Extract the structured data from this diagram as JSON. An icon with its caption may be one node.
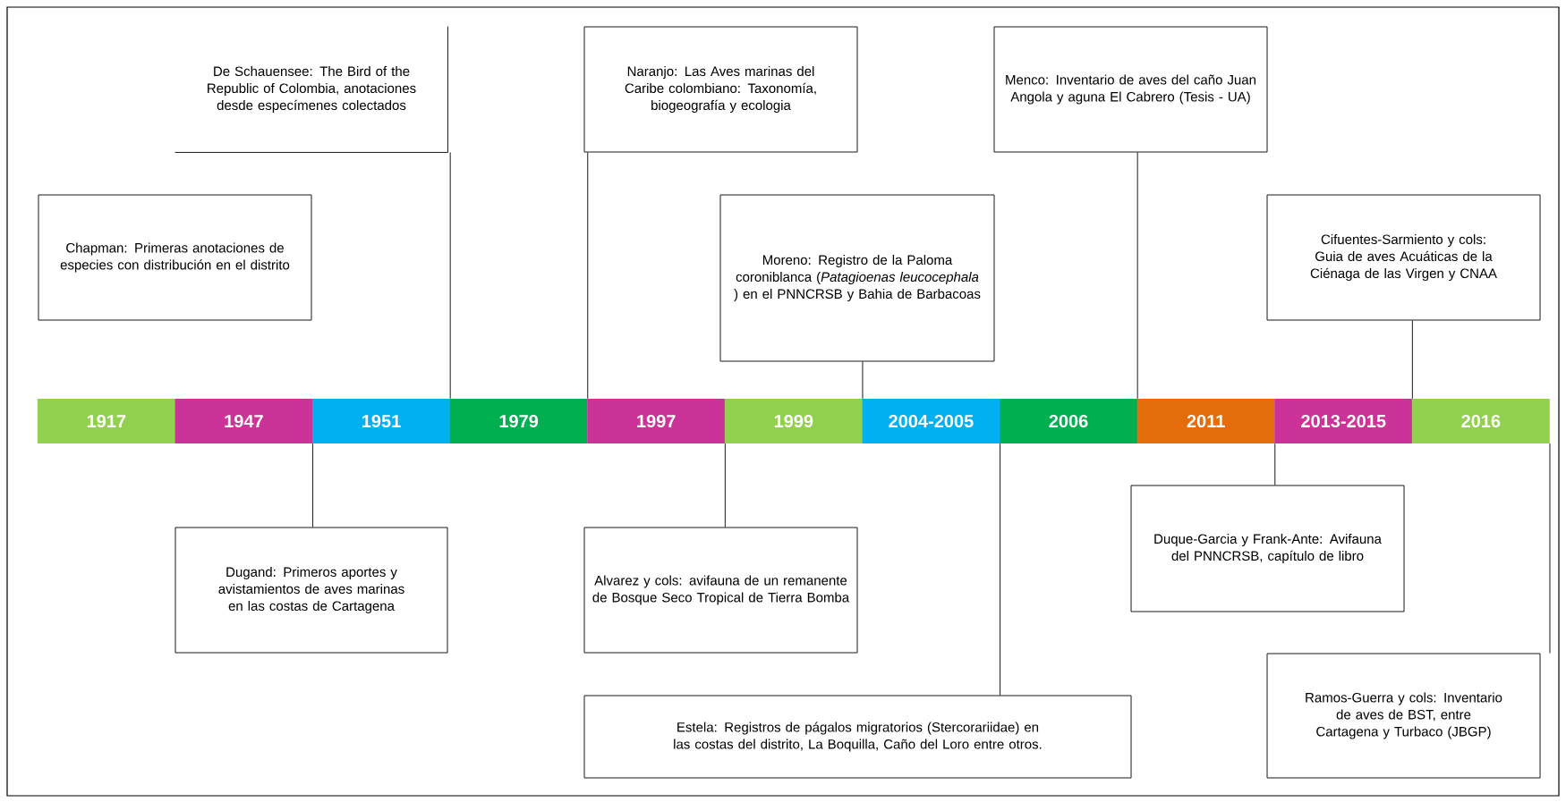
{
  "diagram": {
    "nodes": [
      {
        "text": [
          "De Schauensee: The Bird of the Republic of Colombia, anotaciones desde especímenes colectados"
        ]
      },
      {
        "text": [
          "Naranjo: Las Aves marinas del Caribe colombiano: Taxonomía, biogeografía y ecologia"
        ]
      },
      {
        "text": [
          "Menco: Inventario de aves del caño Juan Angola y aguna El Cabrero (Tesis - UA)"
        ]
      },
      {
        "text": [
          "Chapman: Primeras anotaciones de especies con distribución en el distrito"
        ]
      },
      {
        "text": [
          "Moreno: Registro de la Paloma coroniblanca (*Patagioenas leucocephala* ) en el PNNCRSB y Bahia de Barbacoas"
        ]
      },
      {
        "text": [
          "Cifuentes-Sarmiento y cols: Guia de aves Acuáticas de la Ciénaga de las Virgen y CNAA"
        ]
      },
      {
        "text": [
          "1917"
        ]
      },
      {
        "text": [
          "1947"
        ]
      },
      {
        "text": [
          "1951"
        ]
      },
      {
        "text": [
          "1979"
        ]
      },
      {
        "text": [
          "1997"
        ]
      },
      {
        "text": [
          "1999"
        ]
      },
      {
        "text": [
          "2004-2005"
        ]
      },
      {
        "text": [
          "2006"
        ]
      },
      {
        "text": [
          "2011"
        ]
      },
      {
        "text": [
          "2013-2015"
        ]
      },
      {
        "text": [
          "2016"
        ]
      },
      {
        "text": [
          "Dugand: Primeros aportes y avistamientos de aves marinas en las costas de Cartagena"
        ]
      },
      {
        "text": [
          "Alvarez y cols: avifauna de un remanente de Bosque Seco Tropical de Tierra Bomba"
        ]
      },
      {
        "text": [
          "Duque-Garcia y Frank-Ante: Avifauna del PNNCRSB, capítulo de libro"
        ]
      },
      {
        "text": [
          "Ramos-Guerra y cols: Inventario de aves de BST, entre Cartagena y Turbaco (JBGP)"
        ]
      },
      {
        "text": [
          "Estela: Registros de págalos migratorios (Stercorariidae) en las costas del distrito, La Boquilla, Caño del Loro entre otros."
        ]
      }
    ],
    "edges": [
      {
        "from": 0,
        "to": 8,
        "arrow": "none"
      },
      {
        "from": 1,
        "to": 9,
        "arrow": "none"
      },
      {
        "from": 2,
        "to": 13,
        "arrow": "none"
      },
      {
        "from": 4,
        "to": 11,
        "arrow": "none"
      },
      {
        "from": 5,
        "to": 15,
        "arrow": "none"
      },
      {
        "from": 17,
        "to": 7,
        "arrow": "none"
      },
      {
        "from": 18,
        "to": 10,
        "arrow": "none"
      },
      {
        "from": 19,
        "to": 14,
        "arrow": "none"
      },
      {
        "from": 20,
        "to": 16,
        "arrow": "none"
      },
      {
        "from": 21,
        "to": 12,
        "arrow": "none"
      }
    ]
  }
}
